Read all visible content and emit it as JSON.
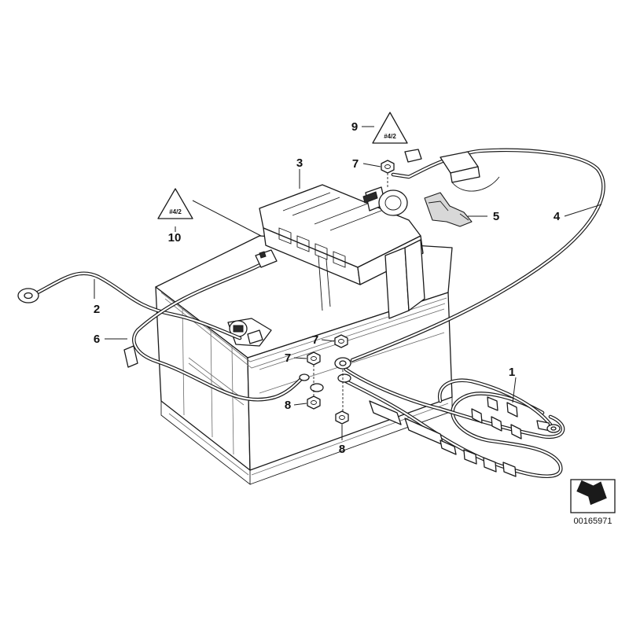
{
  "callouts": [
    {
      "id": "1",
      "label": "1"
    },
    {
      "id": "2",
      "label": "2"
    },
    {
      "id": "3",
      "label": "3"
    },
    {
      "id": "4",
      "label": "4"
    },
    {
      "id": "5",
      "label": "5"
    },
    {
      "id": "6",
      "label": "6"
    },
    {
      "id": "7a",
      "label": "7"
    },
    {
      "id": "7b",
      "label": "7"
    },
    {
      "id": "7c",
      "label": "7"
    },
    {
      "id": "8a",
      "label": "8"
    },
    {
      "id": "8b",
      "label": "8"
    },
    {
      "id": "9",
      "label": "9"
    },
    {
      "id": "10",
      "label": "10"
    }
  ],
  "warning_symbols": [
    {
      "id": "9",
      "glyph": "#4/2"
    },
    {
      "id": "10",
      "glyph": "#4/2"
    }
  ],
  "reference": {
    "diagram_number": "00165971",
    "arrow_icon": "direction-arrow-icon"
  },
  "colors": {
    "line": "#1a1a1a",
    "background": "#ffffff"
  }
}
